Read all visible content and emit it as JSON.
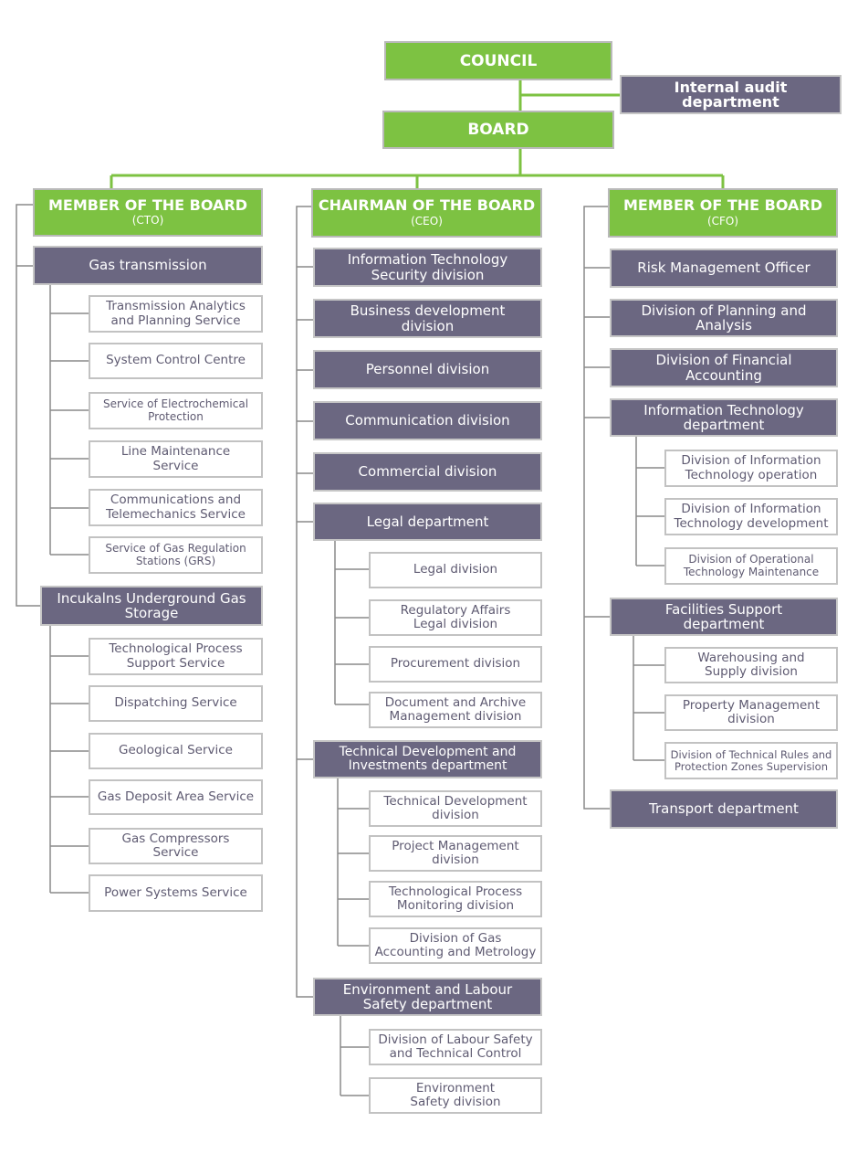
{
  "top": {
    "council": "COUNCIL",
    "internal_audit": "Internal audit department",
    "board": "BOARD"
  },
  "columns": {
    "cto": {
      "title": "MEMBER OF THE BOARD",
      "role": "(CTO)",
      "departments": [
        {
          "label": "Gas transmission",
          "items": [
            "Transmission Analytics and Planning Service",
            "System Control Centre",
            "Service of Electrochemical Protection",
            "Line Maintenance Service",
            "Communications and Telemechanics Service",
            "Service of Gas Regulation Stations (GRS)"
          ]
        },
        {
          "label": "Incukalns Underground Gas Storage",
          "items": [
            "Technological Process Support Service",
            "Dispatching Service",
            "Geological Service",
            "Gas Deposit Area Service",
            "Gas Compressors Service",
            "Power Systems Service"
          ]
        }
      ]
    },
    "ceo": {
      "title": "CHAIRMAN OF THE BOARD",
      "role": "(CEO)",
      "divisions": [
        "Information Technology Security division",
        "Business development division",
        "Personnel division",
        "Communication division",
        "Commercial division"
      ],
      "departments": [
        {
          "label": "Legal department",
          "items": [
            "Legal division",
            "Regulatory Affairs Legal division",
            "Procurement division",
            "Document and Archive Management division"
          ]
        },
        {
          "label": "Technical Development and Investments department",
          "items": [
            "Technical Development division",
            "Project Management division",
            "Technological Process Monitoring division",
            "Division of Gas Accounting and Metrology"
          ]
        },
        {
          "label": "Environment and Labour Safety department",
          "items": [
            "Division of Labour Safety and Technical Control",
            "Environment Safety division"
          ]
        }
      ]
    },
    "cfo": {
      "title": "MEMBER OF THE BOARD",
      "role": "(CFO)",
      "units": [
        "Risk Management Officer",
        "Division of Planning and Analysis",
        "Division of Financial Accounting"
      ],
      "departments": [
        {
          "label": "Information Technology department",
          "items": [
            "Division of Information Technology operation",
            "Division of Information Technology development",
            "Division of Operational Technology Maintenance"
          ]
        },
        {
          "label": "Facilities Support department",
          "items": [
            "Warehousing and Supply division",
            "Property Management division",
            "Division of Technical Rules and Protection Zones Supervision"
          ]
        }
      ],
      "transport": "Transport department"
    }
  },
  "colors": {
    "green": "#7dc242",
    "dark": "#6b6781",
    "line": "#8a8a8a",
    "text_light": "#5f5b72"
  }
}
